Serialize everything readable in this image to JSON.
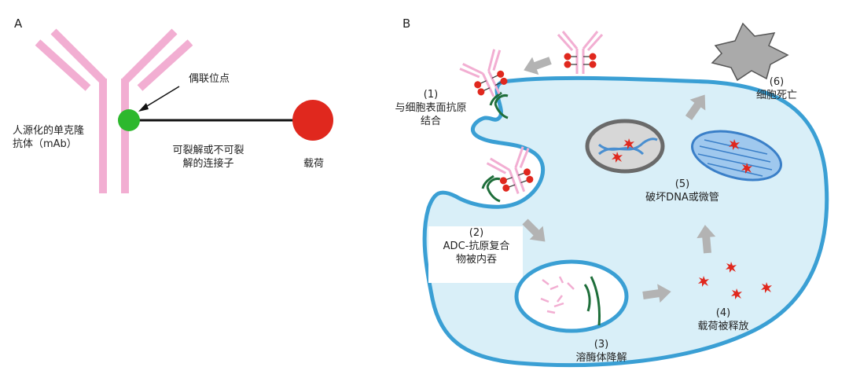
{
  "panel_a": {
    "letter": "A",
    "antibody_label_line1": "人源化的单克隆",
    "antibody_label_line2": "抗体（mAb）",
    "conjugation_label": "偶联位点",
    "linker_label_line1": "可裂解或不可裂",
    "linker_label_line2": "解的连接子",
    "payload_label": "载荷"
  },
  "panel_b": {
    "letter": "B",
    "step1_num": "(1)",
    "step1_line1": "与细胞表面抗原",
    "step1_line2": "结合",
    "step2_num": "(2)",
    "step2_line1": "ADC-抗原复合",
    "step2_line2": "物被内吞",
    "step3_num": "(3)",
    "step3_label": "溶酶体降解",
    "step4_num": "(4)",
    "step4_label": "载荷被释放",
    "step5_num": "(5)",
    "step5_label": "破坏DNA或微管",
    "step6_num": "(6)",
    "step6_label": "细胞死亡"
  },
  "colors": {
    "antibody_pink": "#f2aed2",
    "conjugation_green": "#2db82d",
    "payload_red": "#e0281e",
    "cell_fill": "#d9eff8",
    "cell_border": "#3a9fd4",
    "arrow_gray": "#b0b0b0",
    "antigen_green": "#1e6e3a"
  }
}
